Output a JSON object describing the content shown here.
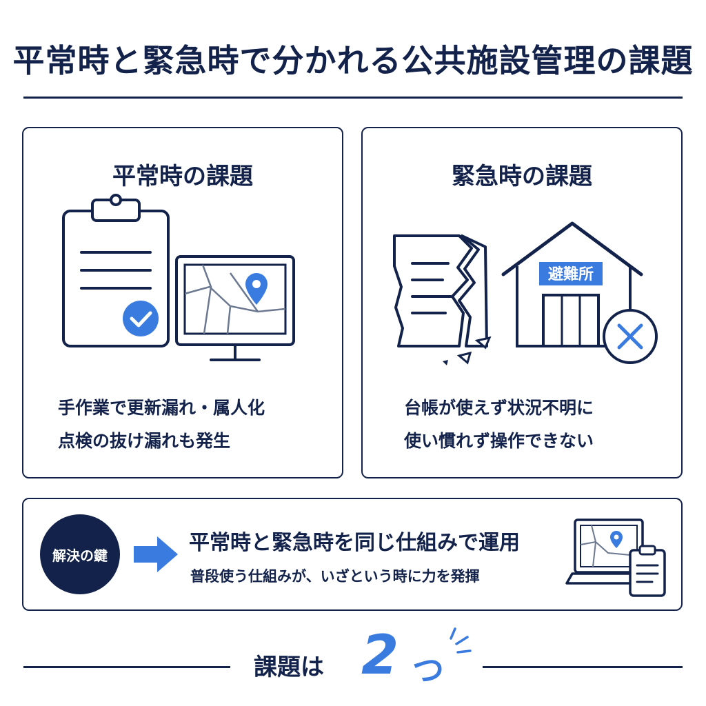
{
  "title": "平常時と緊急時で分かれる公共施設管理の課題",
  "panels": {
    "normal": {
      "heading": "平常時の課題",
      "lines": [
        "手作業で更新漏れ・属人化",
        "点検の抜け漏れも発生"
      ]
    },
    "emergency": {
      "heading": "緊急時の課題",
      "shelter_sign": "避難所",
      "lines": [
        "台帳が使えず状況不明に",
        "使い慣れず操作できない"
      ]
    }
  },
  "solution": {
    "badge": "解決の鍵",
    "main": "平常時と緊急時を同じ仕組みで運用",
    "sub": "普段使う仕組みが、いざという時に力を発揮"
  },
  "footer": {
    "label": "課題は",
    "count": "2",
    "counter": "つ"
  },
  "icons": {
    "normal": [
      "clipboard-icon",
      "check-icon",
      "monitor-icon",
      "map-pin-icon"
    ],
    "emergency": [
      "torn-document-icon",
      "shelter-building-icon",
      "cross-icon"
    ],
    "solution": [
      "arrow-right-icon",
      "laptop-icon",
      "clipboard-icon"
    ]
  },
  "colors": {
    "navy": "#13224a",
    "accent_blue": "#3a7be0"
  }
}
